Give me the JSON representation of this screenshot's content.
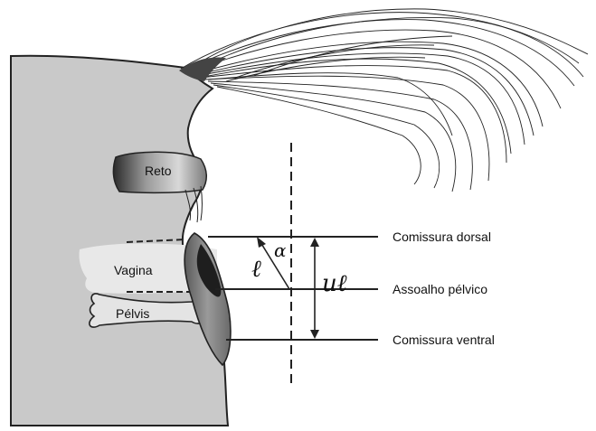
{
  "labels": {
    "reto": "Reto",
    "vagina": "Vagina",
    "pelvis": "Pélvis",
    "comissura_dorsal": "Comissura dorsal",
    "assoalho_pelvico": "Assoalho pélvico",
    "comissura_ventral": "Comissura ventral"
  },
  "symbols": {
    "alpha": "α",
    "l": "ℓ",
    "ul": "uℓ"
  },
  "colors": {
    "body": "#c9c9c9",
    "outline": "#222222",
    "vagina_fill": "#e8e8e8",
    "organ_dark": "#3a3a3a"
  }
}
